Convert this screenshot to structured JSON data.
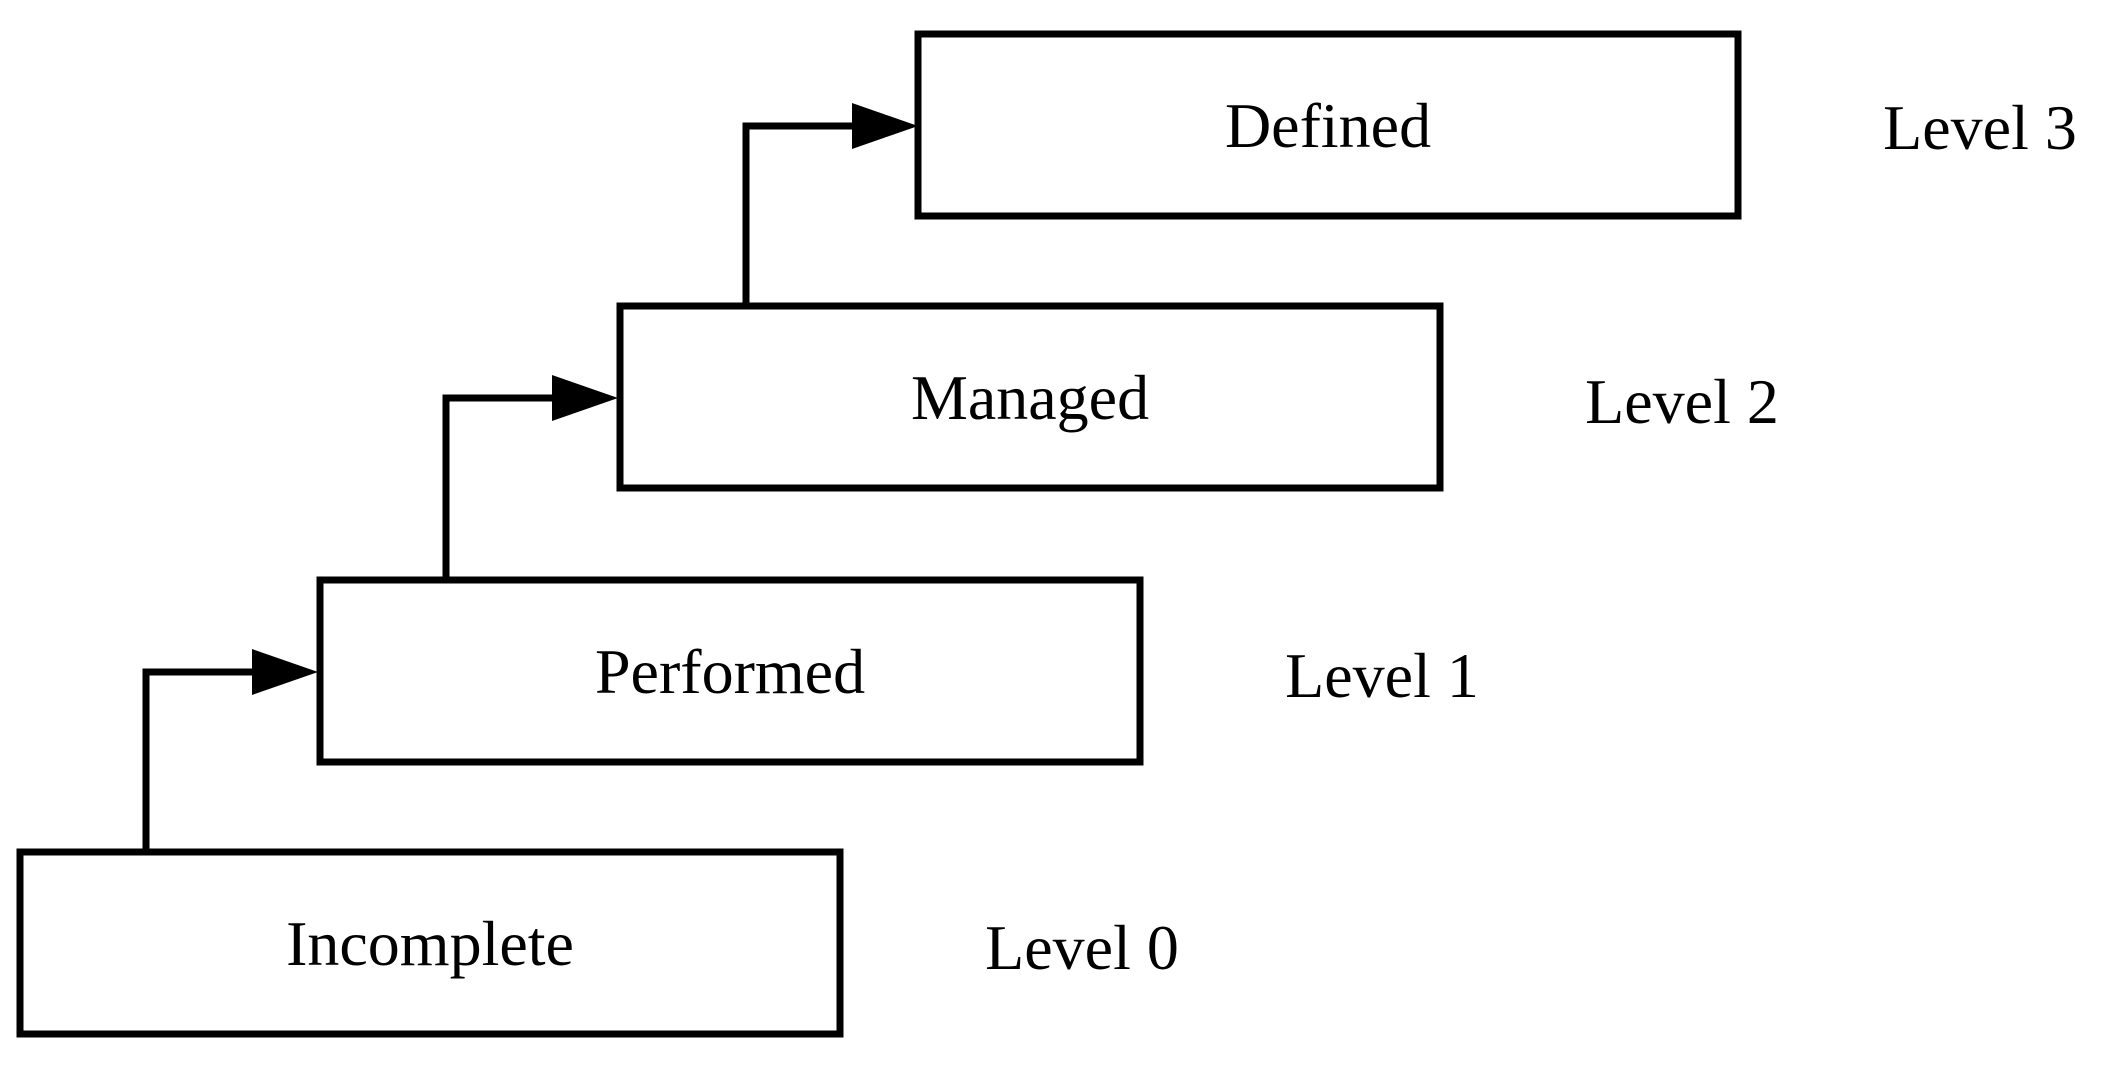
{
  "diagram": {
    "stages": [
      {
        "name": "Incomplete",
        "level": "Level 0"
      },
      {
        "name": "Performed",
        "level": "Level 1"
      },
      {
        "name": "Managed",
        "level": "Level 2"
      },
      {
        "name": "Defined",
        "level": "Level 3"
      }
    ],
    "colors": {
      "stroke": "#000000",
      "background": "#ffffff"
    }
  }
}
